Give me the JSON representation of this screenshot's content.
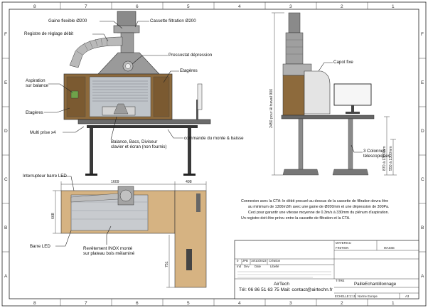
{
  "border": {
    "columns_top": [
      "8",
      "7",
      "6",
      "5",
      "4",
      "3",
      "2",
      "1"
    ],
    "columns_bottom": [
      "8",
      "7",
      "6",
      "5",
      "4",
      "3",
      "2",
      "1"
    ],
    "rows": [
      "F",
      "E",
      "D",
      "C",
      "B",
      "A"
    ]
  },
  "front_view": {
    "callouts": {
      "gaine": "Gaine flexible Ø200",
      "cassette": "Cassette filtration Ø200",
      "registre": "Registre de réglage débit",
      "pressostat": "Pressostat dépression",
      "aspiration_1": "Aspiration",
      "aspiration_2": "sur balance",
      "etageres_right": "Etagères",
      "etageres_left": "Etagères",
      "multiprise": "Multi prise x4",
      "balance_1": "Balance, Bacs, Diviseur",
      "balance_2": "clavier et écran (non fournis)",
      "commande": "commande du monte & baisse"
    }
  },
  "side_view": {
    "capot": "Capot fixe",
    "height_dim": "2450 pour Hi travail 900",
    "colonnes_1": "3 Colonnes",
    "colonnes_2": "télescopiques",
    "dim_1": "870 à 1300mm",
    "dim_2": "550 à 1300mm"
  },
  "top_view": {
    "dim_width": "1609",
    "dim_right": "498",
    "dim_depth": "668",
    "dim_751": "751",
    "interrupteur": "Interrupteur barre LED",
    "barre_led": "Barre LED",
    "revetement_1": "Revêtement INOX monté",
    "revetement_2": "sur plateau bois mélaminé"
  },
  "note": {
    "lines": [
      "Connexion avec la CTA: le débit procuré au dessus de la cassette de filtration devra être",
      "au minimum de 1300m3/h avec une gaine de Ø200mm et une dépression de 300Pa.",
      "Ceci pour garantir une vitesse moyenne de 0.3m/s à 330mm du plénum d'aspiration.",
      "Un registre doit être prévu entre la cassette de filtration et la CTA."
    ]
  },
  "title_block": {
    "materiau": "MATERIAU",
    "finition": "FINITION",
    "masse": "MASSE",
    "rev_id": "0",
    "rev_author": "JPB",
    "rev_date": "19/10/2023",
    "rev_label": "Création",
    "col_ind": "Ind",
    "col_dev": "Dev",
    "col_date": "Date",
    "col_libelle": "Libellé",
    "company": "AirTech",
    "contact": "Tél: 06 86 51 63 75 Mail: contact@airtechn.fr",
    "title": "PailleEchantillonnage",
    "echelle": "ECHELLE:1:15",
    "norme": "Norme Europe",
    "format": "A3",
    "titre_label": "TITRE"
  }
}
